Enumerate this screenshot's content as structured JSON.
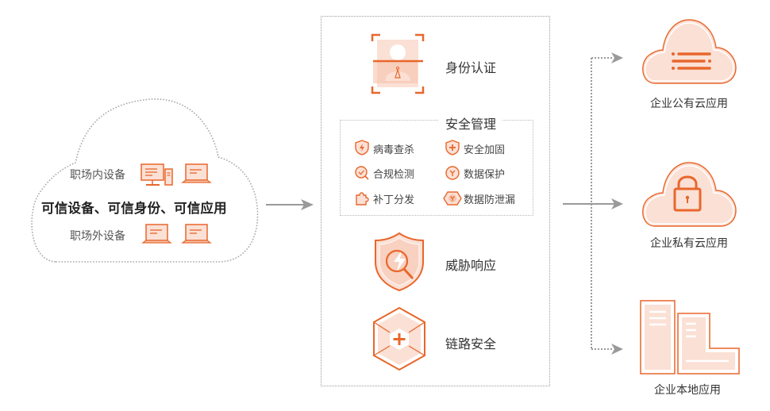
{
  "colors": {
    "accent": "#E8672C",
    "accent_light": "#FBE0D5",
    "accent_mid": "#F6C3AC",
    "connector_gray": "#9A9A9A",
    "dotted_border": "#A8A8A8",
    "text_dark": "#222222",
    "text_gray": "#555555"
  },
  "source": {
    "title": "可信设备、可信身份、可信应用",
    "onsite_label": "职场内设备",
    "onsite_icons": [
      "desktop-icon",
      "laptop-icon"
    ],
    "offsite_label": "职场外设备",
    "offsite_icons": [
      "laptop-icon",
      "laptop-icon"
    ]
  },
  "gateway": {
    "identity": {
      "label": "身份认证",
      "icon": "identity-scan-icon"
    },
    "security_management": {
      "title": "安全管理",
      "items": [
        {
          "label": "病毒查杀",
          "icon": "shield-lightning-icon"
        },
        {
          "label": "安全加固",
          "icon": "shield-plus-icon"
        },
        {
          "label": "合规检测",
          "icon": "magnifier-check-icon"
        },
        {
          "label": "数据保护",
          "icon": "circle-data-icon"
        },
        {
          "label": "补丁分发",
          "icon": "puzzle-icon"
        },
        {
          "label": "数据防泄漏",
          "icon": "hexagon-data-icon"
        }
      ]
    },
    "threat_response": {
      "label": "威胁响应",
      "icon": "shield-search-icon"
    },
    "link_security": {
      "label": "链路安全",
      "icon": "hexagon-plus-icon"
    }
  },
  "destinations": [
    {
      "label": "企业公有云应用",
      "icon": "cloud-list-icon"
    },
    {
      "label": "企业私有云应用",
      "icon": "cloud-lock-icon"
    },
    {
      "label": "企业本地应用",
      "icon": "buildings-icon"
    }
  ]
}
